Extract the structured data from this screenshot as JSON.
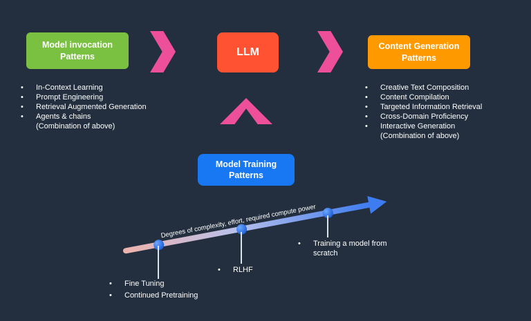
{
  "colors": {
    "background": "#232f3e",
    "invocation_box": "#7ac142",
    "llm_box": "#ff5233",
    "generation_box": "#ff9900",
    "training_box": "#1877f2",
    "chevron_pink": "#ee4f9b",
    "milestone_dot": "#2e6fe0"
  },
  "flow": {
    "invocation_box": "Model invocation Patterns",
    "llm_box": "LLM",
    "generation_box": "Content Generation Patterns",
    "training_box": "Model Training Patterns"
  },
  "invocation_list": {
    "items": [
      "In-Context Learning",
      "Prompt Engineering",
      "Retrieval Augmented Generation",
      "Agents & chains"
    ],
    "note": "(Combination of above)"
  },
  "generation_list": {
    "items": [
      "Creative Text Composition",
      "Content Compilation",
      "Targeted Information Retrieval",
      "Cross-Domain Proficiency",
      "Interactive Generation"
    ],
    "note": "(Combination of above)"
  },
  "axis": {
    "label": "Degrees of complexity, effort, required compute power",
    "milestones": {
      "m1": [
        "Fine Tuning",
        "Continued Pretraining"
      ],
      "m2": [
        "RLHF"
      ],
      "m3": [
        "Training a model from scratch"
      ]
    }
  }
}
